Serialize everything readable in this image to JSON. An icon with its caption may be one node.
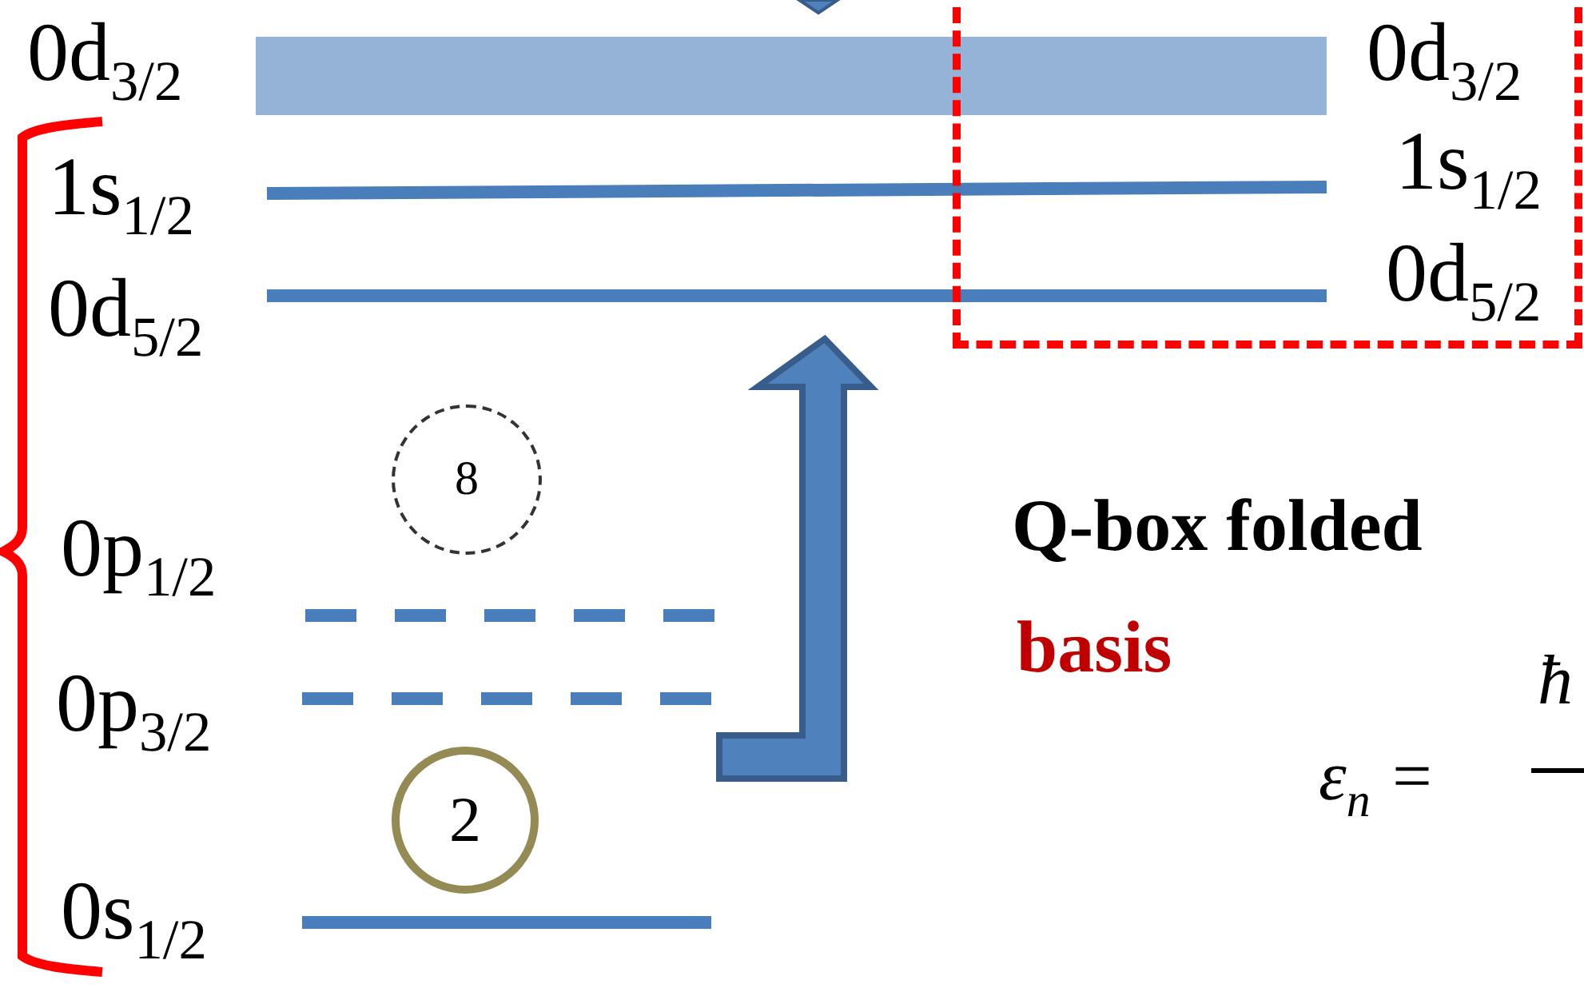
{
  "diagram": {
    "nodes": [
      {
        "text": [
          "0d$_{3/2}$",
          "1s$_{1/2}$",
          "0d$_{5/2}$"
        ]
      },
      {
        "text": [
          "8"
        ]
      },
      {
        "text": [
          "2"
        ]
      }
    ],
    "labels": [
      "0d$_{3/2}$",
      "1s$_{1/2}$",
      "0d$_{5/2}$",
      "0p$_{1/2}$",
      "Q-box folded",
      "basis",
      "ħ",
      "0p$_{3/2}$",
      "ε$_{n}$ =",
      "0s$_{1/2}$"
    ]
  }
}
